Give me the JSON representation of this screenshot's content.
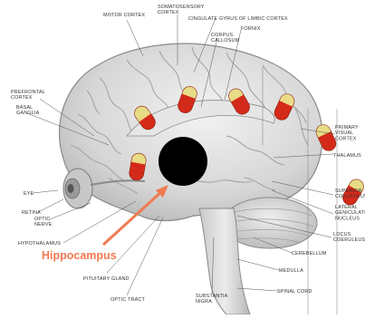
{
  "labels": {
    "motor_cortex": "MOTOR CORTEX",
    "somatosensory_cortex": "SOMATOSENSORY\nCORTEX",
    "cingulate_gyrus": "CINGULATE GYRUS OF LIMBIC CORTEX",
    "fornix": "FORNIX",
    "corpus_callosum": "CORPUS\nCALLOSUM",
    "prefrontal_cortex": "PREFRONTAL\nCORTEX",
    "basal_ganglia": "BASAL\nGANGLIA",
    "primary_visual_cortex": "PRIMARY\nVISUAL\nCORTEX",
    "thalamus": "THALAMUS",
    "superior_colliculus": "SUPERIOR\nCOLLICULUS",
    "lateral_geniculate_nucleus": "LATERAL\nGENICULATE\nNUCLEUS",
    "eye": "EYE",
    "retina": "RETINA",
    "optic_nerve": "OPTIC\nNERVE",
    "hypothalamus": "HYPOTHALAMUS",
    "hippocampus": "Hippocampus",
    "locus_coeruleus": "LOCUS\nCOERULEUS",
    "cerebellum": "CEREBELLUM",
    "medulla": "MEDULLA",
    "pituitary_gland": "PITUITARY GLAND",
    "optic_tract": "OPTIC TRACT",
    "substantia_nigra": "SUBSTANTIA\nNIGRA",
    "spinal_cord": "SPINAL CORD"
  },
  "colors": {
    "brain_fill": "#d9d9d9",
    "brain_outline": "#8a8a8a",
    "pill_red": "#d42a1a",
    "pill_yellow": "#e8dc86",
    "hippocampus_label": "#f07a50",
    "center_marker": "#000000"
  },
  "icons": {
    "pill": "capsule-pill-icon",
    "marker": "black-circle-marker"
  }
}
